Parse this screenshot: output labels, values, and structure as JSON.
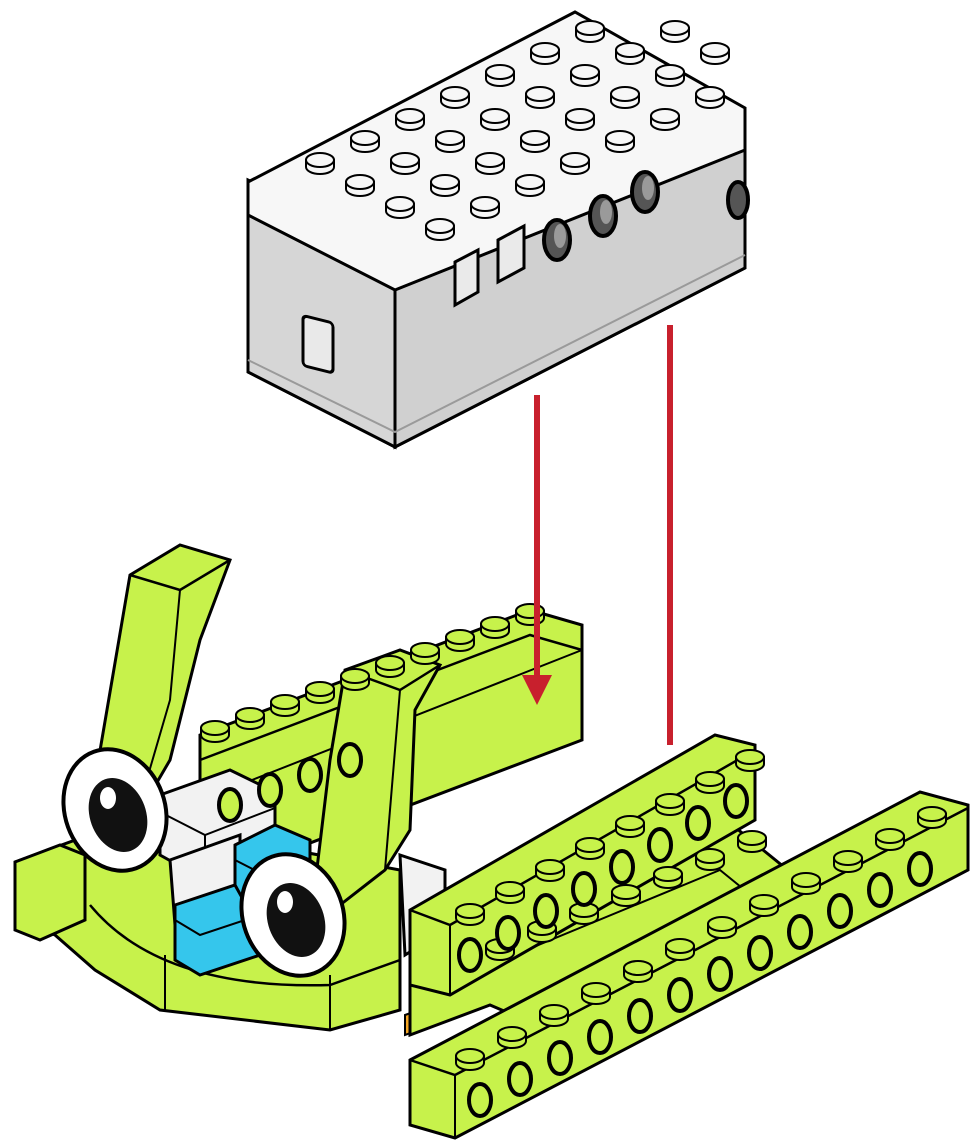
{
  "illustration": {
    "parts": [
      {
        "name": "smarthub",
        "color": "#d3d3d3",
        "top_color": "#f7f7f7"
      },
      {
        "name": "frog-body-base",
        "color": "#c7f24b"
      },
      {
        "name": "frog-eyes",
        "color": "#ffffff"
      },
      {
        "name": "blue-bricks",
        "color": "#35c6ec"
      },
      {
        "name": "white-bricks",
        "color": "#f2f2f2"
      },
      {
        "name": "orange-plate",
        "color": "#f5a623"
      }
    ],
    "arrows": [
      {
        "name": "attach-guide-left",
        "color": "#c8202d",
        "has_arrowhead": true
      },
      {
        "name": "attach-guide-right",
        "color": "#c8202d",
        "has_arrowhead": false
      }
    ],
    "outline_color": "#000000"
  }
}
